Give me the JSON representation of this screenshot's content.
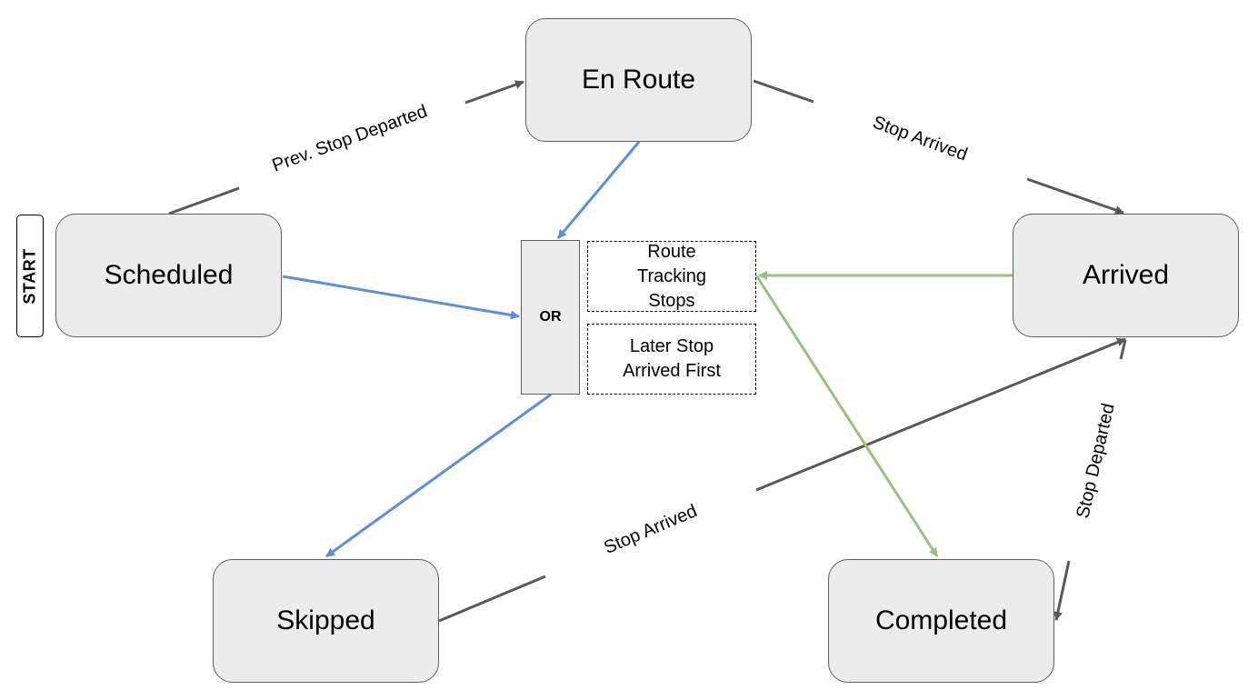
{
  "states": {
    "scheduled": "Scheduled",
    "en_route": "En Route",
    "arrived": "Arrived",
    "skipped": "Skipped",
    "completed": "Completed"
  },
  "start_label": "START",
  "gateway_label": "OR",
  "conditions": {
    "route_tracking": "Route\nTracking\nStops",
    "later_stop": "Later Stop\nArrived First"
  },
  "edge_labels": {
    "prev_stop_departed": "Prev. Stop Departed",
    "stop_arrived_top": "Stop Arrived",
    "stop_arrived_bottom": "Stop Arrived",
    "stop_departed": "Stop Departed"
  },
  "colors": {
    "state_fill": "#ececec",
    "state_border": "#5f5f5f",
    "gray_arrow": "#595959",
    "blue_arrow": "#5b8de0",
    "green_arrow": "#9bbf7e"
  }
}
